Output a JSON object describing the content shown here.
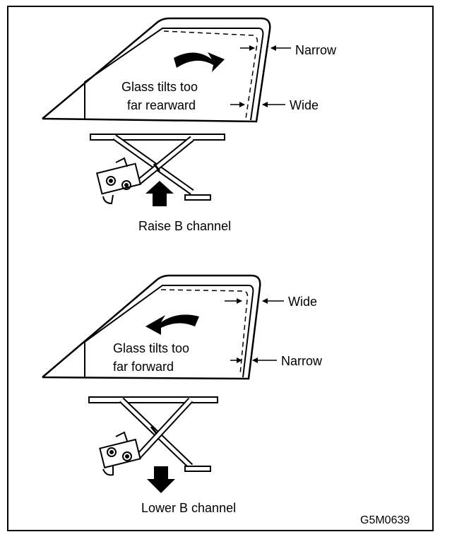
{
  "top_panel": {
    "label_narrow": "Narrow",
    "label_wide": "Wide",
    "glass_text_line1": "Glass tilts too",
    "glass_text_line2": "far rearward",
    "caption": "Raise B channel"
  },
  "bottom_panel": {
    "label_wide": "Wide",
    "label_narrow": "Narrow",
    "glass_text_line1": "Glass tilts too",
    "glass_text_line2": "far forward",
    "caption": "Lower B channel"
  },
  "figure_code": "G5M0639"
}
